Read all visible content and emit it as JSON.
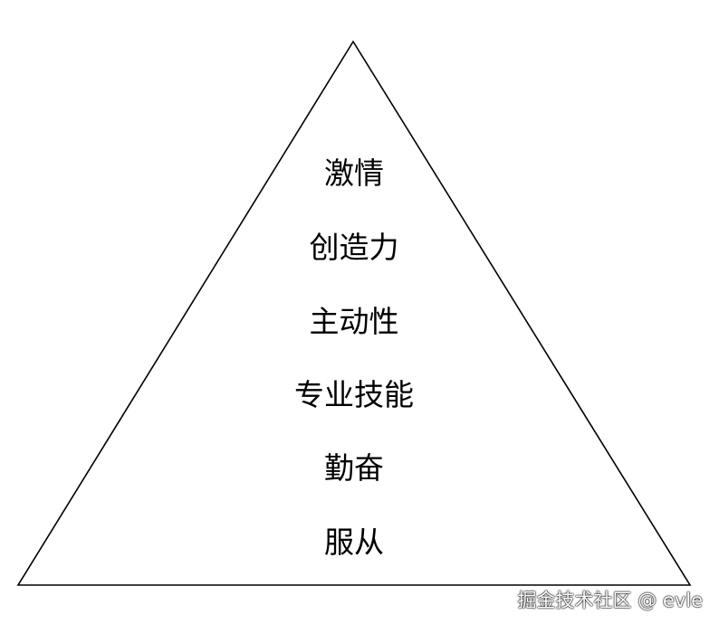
{
  "diagram": {
    "levels": [
      "激情",
      "创造力",
      "主动性",
      "专业技能",
      "勤奋",
      "服从"
    ]
  },
  "watermark": {
    "text": "掘金技术社区 @ evle"
  },
  "colors": {
    "background": "#ffffff",
    "stroke": "#000000",
    "text": "#000000"
  }
}
